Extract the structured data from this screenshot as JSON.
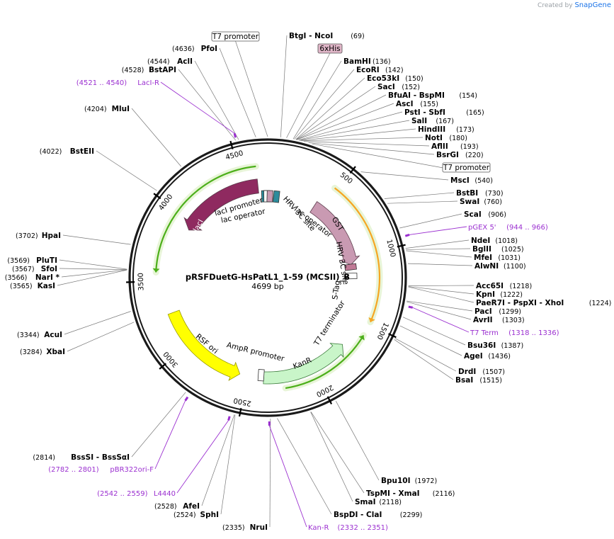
{
  "credit": {
    "created_by": "Created by",
    "brand": "SnapGene"
  },
  "plasmid": {
    "name": "pRSFDuetG-HsPatL1_1-59 (MCSII)_B",
    "length": "4699 bp"
  },
  "ticks": [
    "500",
    "1000",
    "1500",
    "2000",
    "2500",
    "3000",
    "3500",
    "4000",
    "4500"
  ],
  "boxed_labels": [
    {
      "text": "T7 promoter"
    },
    {
      "text": "6xHis"
    },
    {
      "text": "T7 promoter"
    }
  ],
  "enzymes": [
    {
      "name": "BtgI",
      "name2": "NcoI",
      "pos": "(69)"
    },
    {
      "name": "BamHI",
      "pos": "(136)"
    },
    {
      "name": "EcoRI",
      "pos": "(142)"
    },
    {
      "name": "Eco53kI",
      "pos": "(150)"
    },
    {
      "name": "SacI",
      "pos": "(152)"
    },
    {
      "name": "BfuAI",
      "name2": "BspMI",
      "pos": "(154)"
    },
    {
      "name": "AscI",
      "pos": "(155)"
    },
    {
      "name": "PstI",
      "name2": "SbfI",
      "pos": "(165)"
    },
    {
      "name": "SalI",
      "pos": "(167)"
    },
    {
      "name": "HindIII",
      "pos": "(173)"
    },
    {
      "name": "NotI",
      "pos": "(180)"
    },
    {
      "name": "AflII",
      "pos": "(193)"
    },
    {
      "name": "BsrGI",
      "pos": "(220)"
    },
    {
      "name": "MscI",
      "pos": "(540)"
    },
    {
      "name": "BstBI",
      "pos": "(730)"
    },
    {
      "name": "SwaI",
      "pos": "(760)"
    },
    {
      "name": "ScaI",
      "pos": "(906)"
    },
    {
      "name": "NdeI",
      "pos": "(1018)"
    },
    {
      "name": "BglII",
      "pos": "(1025)"
    },
    {
      "name": "MfeI",
      "pos": "(1031)"
    },
    {
      "name": "AlwNI",
      "pos": "(1100)"
    },
    {
      "name": "Acc65I",
      "pos": "(1218)"
    },
    {
      "name": "KpnI",
      "pos": "(1222)"
    },
    {
      "name": "PaeR7I",
      "name2": "PspXI",
      "name3": "XhoI",
      "pos": "(1224)"
    },
    {
      "name": "PacI",
      "pos": "(1299)"
    },
    {
      "name": "AvrII",
      "pos": "(1303)"
    },
    {
      "name": "Bsu36I",
      "pos": "(1387)"
    },
    {
      "name": "AgeI",
      "pos": "(1436)"
    },
    {
      "name": "DrdI",
      "pos": "(1507)"
    },
    {
      "name": "BsaI",
      "pos": "(1515)"
    },
    {
      "name": "Bpu10I",
      "pos": "(1972)"
    },
    {
      "name": "TspMI",
      "name2": "XmaI",
      "pos": "(2116)"
    },
    {
      "name": "SmaI",
      "pos": "(2118)"
    },
    {
      "name": "BspDI",
      "name2": "ClaI",
      "pos": "(2299)"
    },
    {
      "name": "NruI",
      "pos": "(2335)"
    },
    {
      "name": "SphI",
      "pos": "(2524)"
    },
    {
      "name": "AfeI",
      "pos": "(2528)"
    },
    {
      "name": "BssSI",
      "name2": "BssSαI",
      "pos": "(2814)"
    },
    {
      "name": "XbaI",
      "pos": "(3284)"
    },
    {
      "name": "AcuI",
      "pos": "(3344)"
    },
    {
      "name": "KasI",
      "pos": "(3565)"
    },
    {
      "name": "NarI *",
      "pos": "(3566)"
    },
    {
      "name": "SfoI",
      "pos": "(3567)"
    },
    {
      "name": "PluTI",
      "pos": "(3569)"
    },
    {
      "name": "HpaI",
      "pos": "(3702)"
    },
    {
      "name": "BstEII",
      "pos": "(4022)"
    },
    {
      "name": "MluI",
      "pos": "(4204)"
    },
    {
      "name": "BstAPI",
      "pos": "(4528)"
    },
    {
      "name": "AclI",
      "pos": "(4544)"
    },
    {
      "name": "PfoI",
      "pos": "(4636)"
    }
  ],
  "primers": [
    {
      "name": "pGEX 5'",
      "range": "(944 .. 966)"
    },
    {
      "name": "T7 Term",
      "range": "(1318 .. 1336)"
    },
    {
      "name": "Kan-R",
      "range": "(2332 .. 2351)"
    },
    {
      "name": "L4440",
      "range": "(2542 .. 2559)"
    },
    {
      "name": "pBR322ori-F",
      "range": "(2782 .. 2801)"
    },
    {
      "name": "LacI-R",
      "range": "(4521 .. 4540)"
    }
  ],
  "features": [
    {
      "label": "GST"
    },
    {
      "label": "HRV 3C site"
    },
    {
      "label": "S-Tag"
    },
    {
      "label": "T7 terminator"
    },
    {
      "label": "KanR"
    },
    {
      "label": "AmpR promoter"
    },
    {
      "label": "RSF ori"
    },
    {
      "label": "lacI"
    },
    {
      "label": "lacI promoter"
    },
    {
      "label": "lac operator"
    },
    {
      "label": "HRV 3C site"
    },
    {
      "label": "lac operator"
    }
  ],
  "colors": {
    "backbone": "#1a1a1a",
    "lacI": "#8f2a60",
    "GST": "#c99ab2",
    "S_tag": "#c07a96",
    "KanR": "#c9f5c9",
    "RSF_ori": "#ffff00",
    "orf_arc": "#f5a623",
    "orf_arc_green": "#4caf1a",
    "primer": "#9b30d0",
    "lac_operator": "#2c8c9c"
  }
}
